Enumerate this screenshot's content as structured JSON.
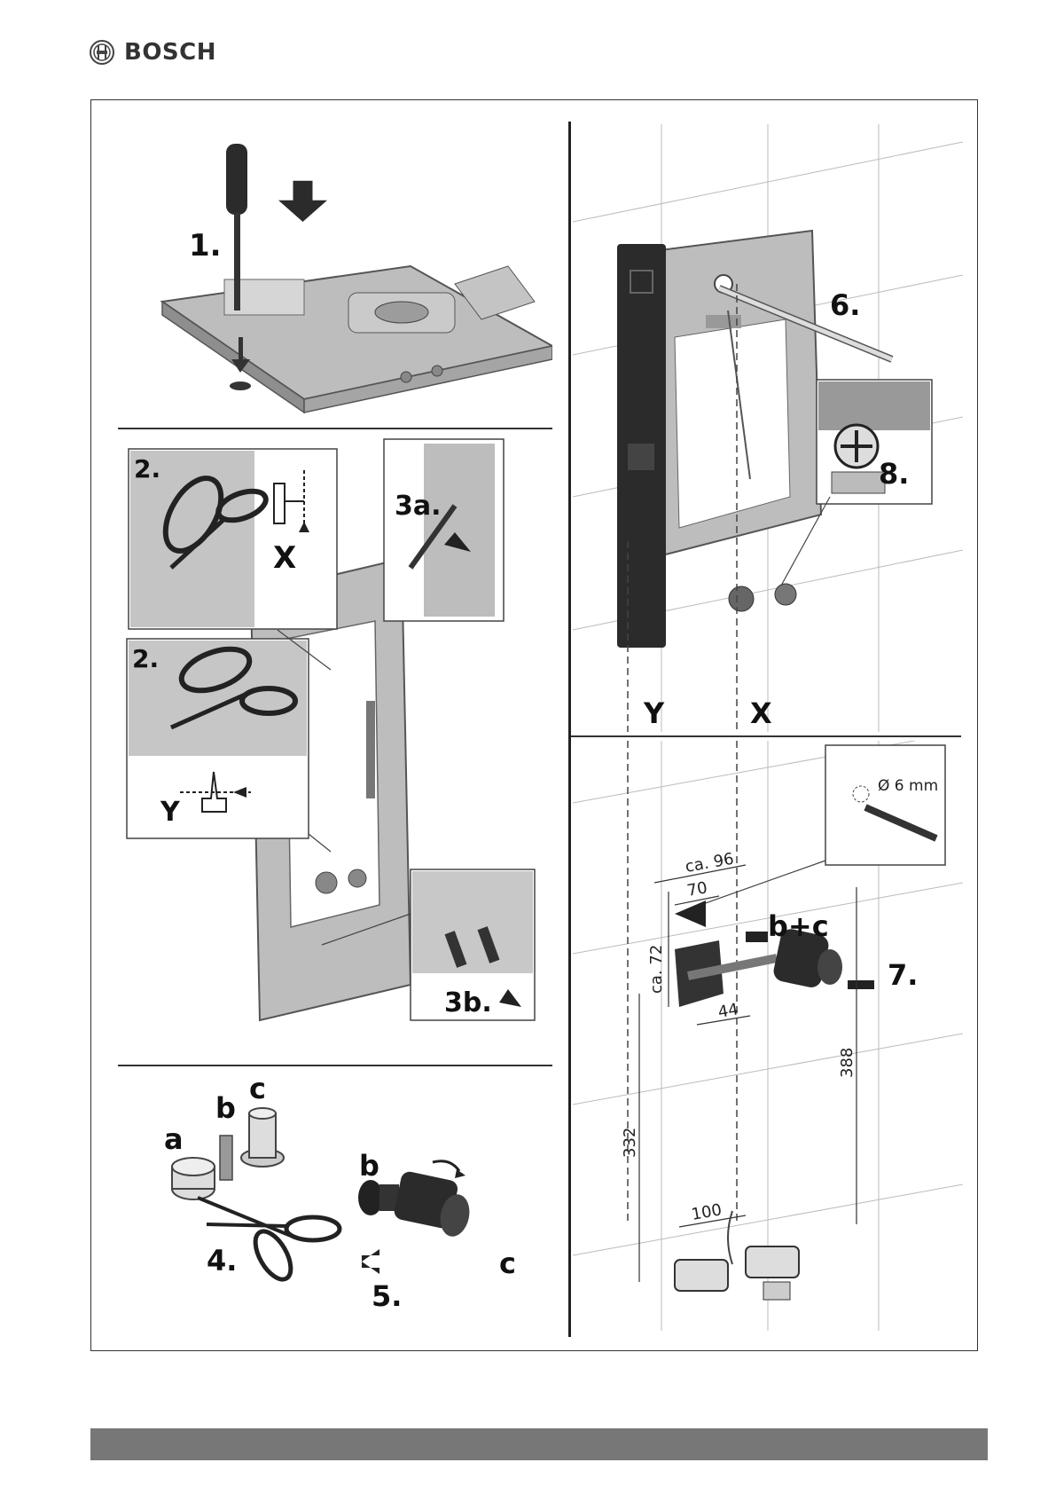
{
  "header": {
    "brand": "BOSCH"
  },
  "steps": {
    "s1": "1.",
    "s2a": "2.",
    "s2b": "2.",
    "s3a": "3a.",
    "s3b": "3b.",
    "s4": "4.",
    "s5": "5.",
    "s6": "6.",
    "s7": "7.",
    "s8": "8."
  },
  "labels": {
    "x_mark": "X",
    "y_mark": "Y",
    "x_axis": "X",
    "y_axis": "Y",
    "part_a": "a",
    "part_b_top": "b",
    "part_c_top": "c",
    "part_b_right": "b",
    "part_c_right": "c",
    "bc": "b+c"
  },
  "dimensions": {
    "ca96": "ca. 96",
    "d70": "70",
    "ca72": "ca. 72",
    "d44": "44",
    "d388": "388",
    "d332": "332",
    "d100": "100",
    "drill": "Ø 6 mm"
  },
  "colors": {
    "frame": "#333333",
    "footer": "#777777",
    "part_dark": "#2b2b2b",
    "part_mid": "#9a9a9a",
    "part_light": "#cfcfcf"
  }
}
